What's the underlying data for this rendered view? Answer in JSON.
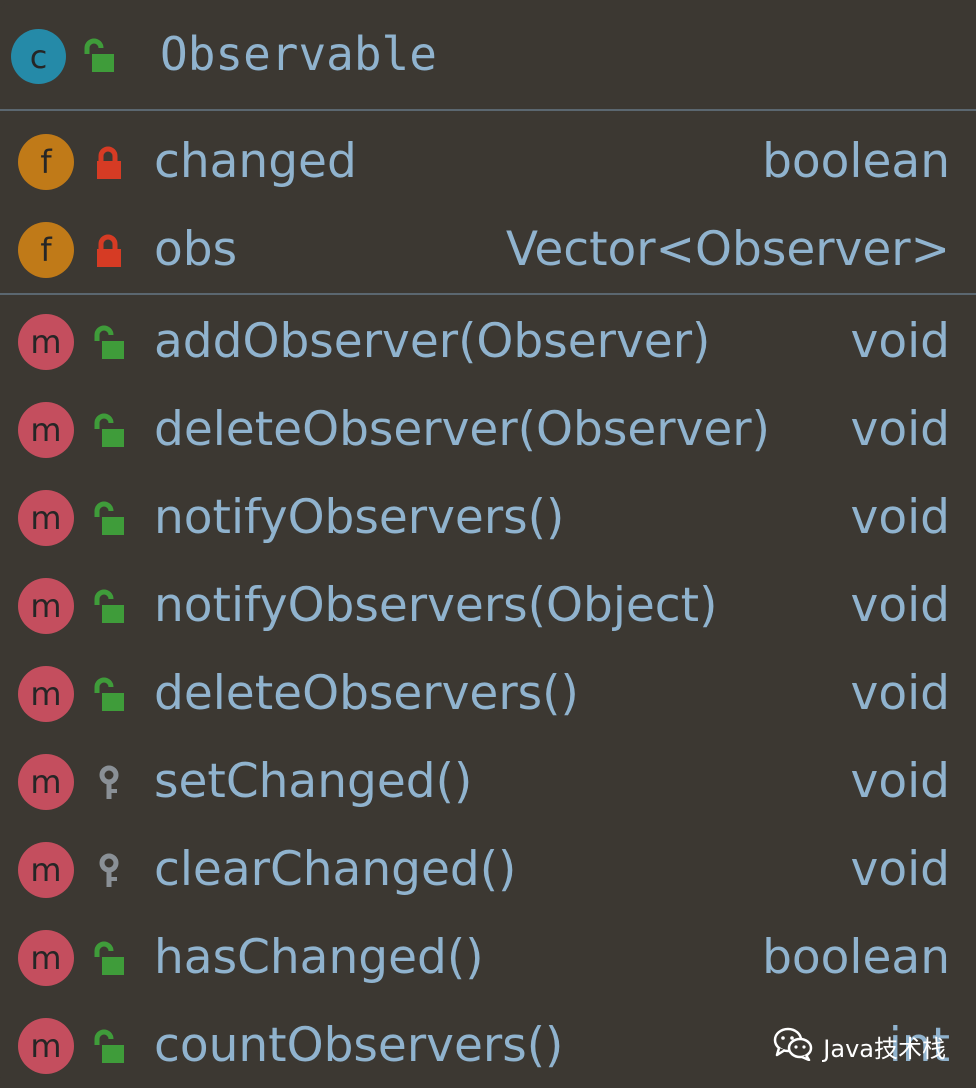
{
  "class": {
    "kind_letter": "c",
    "name": "Observable",
    "visibility_icon": "unlocked-icon"
  },
  "colors": {
    "background": "#3c3832",
    "text": "#90b3ce",
    "class_badge": "#258aa8",
    "field_badge": "#c07a18",
    "method_badge": "#c44e5e",
    "public_lock": "#3f9c3a",
    "private_lock": "#d63b24",
    "protected_key": "#8a9096"
  },
  "fields": [
    {
      "kind_letter": "f",
      "name": "changed",
      "type": "boolean",
      "visibility_icon": "locked-icon"
    },
    {
      "kind_letter": "f",
      "name": "obs",
      "type": "Vector<Observer>",
      "visibility_icon": "locked-icon"
    }
  ],
  "methods": [
    {
      "kind_letter": "m",
      "name": "addObserver(Observer)",
      "type": "void",
      "visibility_icon": "unlocked-icon"
    },
    {
      "kind_letter": "m",
      "name": "deleteObserver(Observer)",
      "type": "void",
      "visibility_icon": "unlocked-icon"
    },
    {
      "kind_letter": "m",
      "name": "notifyObservers()",
      "type": "void",
      "visibility_icon": "unlocked-icon"
    },
    {
      "kind_letter": "m",
      "name": "notifyObservers(Object)",
      "type": "void",
      "visibility_icon": "unlocked-icon"
    },
    {
      "kind_letter": "m",
      "name": "deleteObservers()",
      "type": "void",
      "visibility_icon": "unlocked-icon"
    },
    {
      "kind_letter": "m",
      "name": "setChanged()",
      "type": "void",
      "visibility_icon": "key-icon"
    },
    {
      "kind_letter": "m",
      "name": "clearChanged()",
      "type": "void",
      "visibility_icon": "key-icon"
    },
    {
      "kind_letter": "m",
      "name": "hasChanged()",
      "type": "boolean",
      "visibility_icon": "unlocked-icon"
    },
    {
      "kind_letter": "m",
      "name": "countObservers()",
      "type": "int",
      "visibility_icon": "unlocked-icon"
    }
  ],
  "watermark": {
    "text": "Java技术栈",
    "icon": "wechat-icon"
  }
}
